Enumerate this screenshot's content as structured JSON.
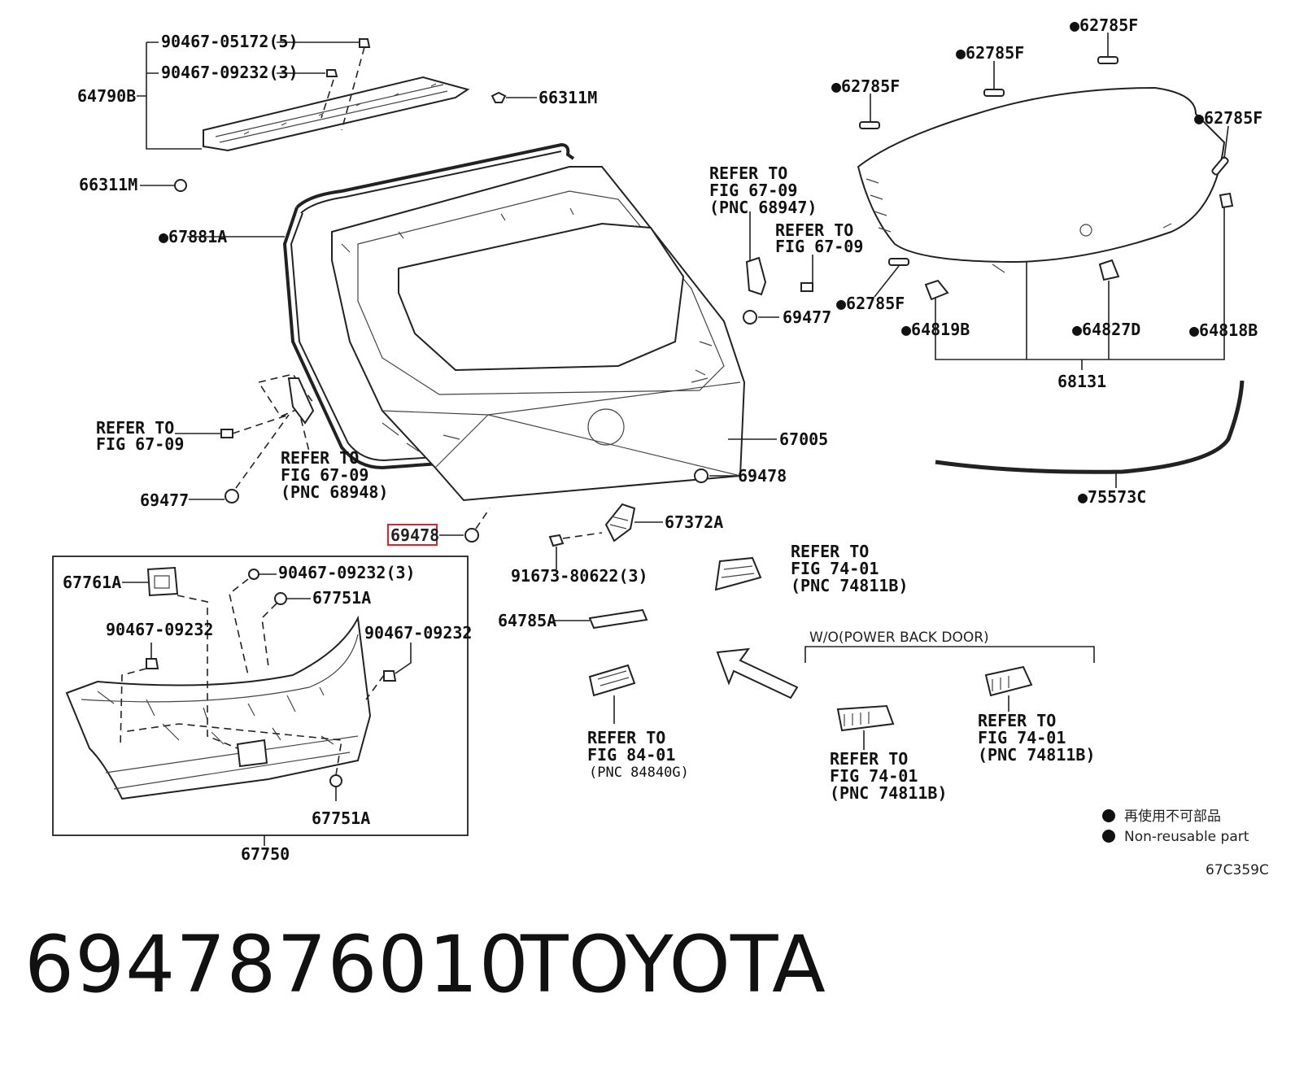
{
  "labels": {
    "p_90467_05172": "90467-05172(5)",
    "p_90467_09232_3_top": "90467-09232(3)",
    "p_64790B": "64790B",
    "p_66311M_a": "66311M",
    "p_66311M_b": "66311M",
    "p_67881A": "●67881A",
    "p_62785F_1": "●62785F",
    "p_62785F_2": "●62785F",
    "p_62785F_3": "●62785F",
    "p_62785F_4": "●62785F",
    "p_62785F_5": "●62785F",
    "ref_6709_a_1": "REFER TO",
    "ref_6709_a_2": "FIG 67-09",
    "ref_6709_a_3": "(PNC 68947)",
    "ref_6709_b_1": "REFER TO",
    "ref_6709_b_2": "FIG 67-09",
    "p_69477_a": "69477",
    "p_64819B": "●64819B",
    "p_64827D": "●64827D",
    "p_64818B": "●64818B",
    "p_68131": "68131",
    "ref_6709_c_1": "REFER TO",
    "ref_6709_c_2": "FIG 67-09",
    "ref_6709_d_1": "REFER TO",
    "ref_6709_d_2": "FIG 67-09",
    "ref_6709_d_3": "(PNC 68948)",
    "p_69477_b": "69477",
    "p_67005": "67005",
    "p_69478_a": "69478",
    "p_75573C": "●75573C",
    "p_69478_hl": "69478",
    "p_67372A": "67372A",
    "p_91673": "91673-80622(3)",
    "ref_7401_a_1": "REFER TO",
    "ref_7401_a_2": "FIG 74-01",
    "ref_7401_a_3": "(PNC 74811B)",
    "p_67761A": "67761A",
    "p_90467_09232_3_box": "90467-09232(3)",
    "p_67751A_a": "67751A",
    "p_90467_09232_a": "90467-09232",
    "p_90467_09232_b": "90467-09232",
    "p_67751A_b": "67751A",
    "p_67750": "67750",
    "p_64785A": "64785A",
    "wo_power": "W/O(POWER BACK DOOR)",
    "ref_8401_1": "REFER TO",
    "ref_8401_2": "FIG 84-01",
    "ref_8401_3": "(PNC 84840G)",
    "ref_7401_b_1": "REFER TO",
    "ref_7401_b_2": "FIG 74-01",
    "ref_7401_b_3": "(PNC 74811B)",
    "ref_7401_c_1": "REFER TO",
    "ref_7401_c_2": "FIG 74-01",
    "ref_7401_c_3": "(PNC 74811B)",
    "legend_jp": "再使用不可部品",
    "legend_en": "Non-reusable part",
    "figure_code": "67C359C"
  },
  "footer": {
    "part_number": "6947876010",
    "brand": "TOYOTA"
  },
  "colors": {
    "highlight": "#e0202a",
    "ink": "#111111"
  }
}
